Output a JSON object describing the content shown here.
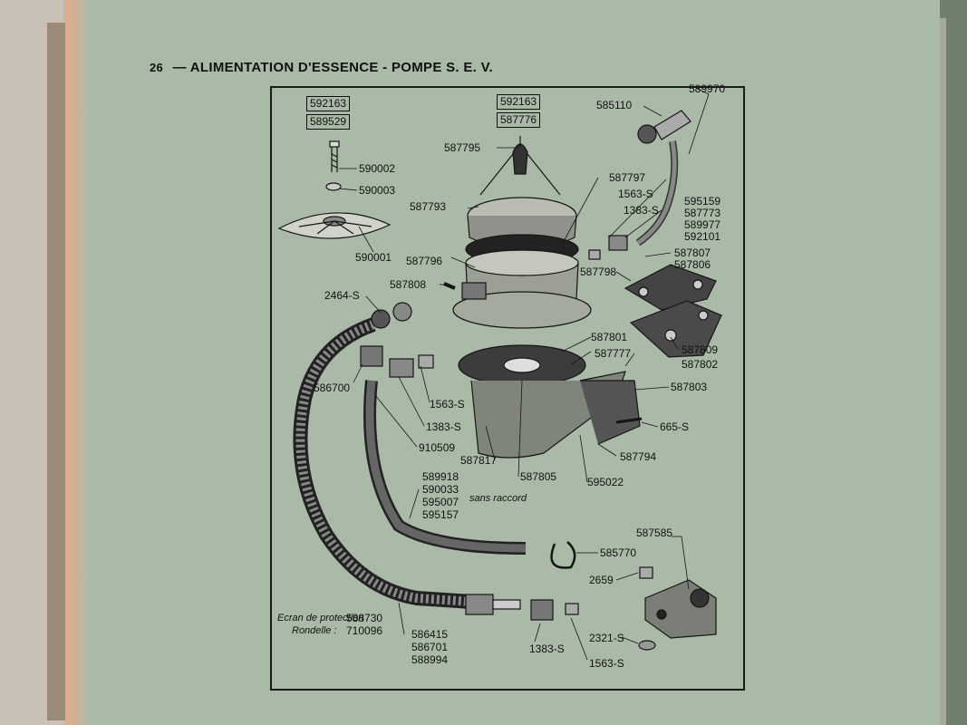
{
  "header": {
    "page_number": "26",
    "dash": "—",
    "title": "ALIMENTATION D'ESSENCE - POMPE S. E. V."
  },
  "boxes": {
    "left_top": "592163",
    "left_bottom": "589529",
    "mid_top": "592163",
    "mid_bottom": "587776"
  },
  "labels": {
    "l585110": "585110",
    "l589970": "589970",
    "l587795": "587795",
    "l590002": "590002",
    "l590003": "590003",
    "l587797": "587797",
    "l1563a": "1563-S",
    "l587793": "587793",
    "l1383a": "1383-S",
    "l595159": "595159",
    "l587773": "587773",
    "l589977": "589977",
    "l592101": "592101",
    "l590001": "590001",
    "l587796": "587796",
    "l587807": "587807",
    "l587806": "587806",
    "l587798": "587798",
    "l587808": "587808",
    "l2464": "2464-S",
    "l587801": "587801",
    "l587777": "587777",
    "l587809": "587809",
    "l587802": "587802",
    "l586700": "586700",
    "l587803": "587803",
    "l1563b": "1563-S",
    "l665": "665-S",
    "l1383b": "1383-S",
    "l910509": "910509",
    "l587794": "587794",
    "l587817": "587817",
    "l587805": "587805",
    "l595022": "595022",
    "l589918": "589918",
    "l590033": "590033",
    "l595007": "595007",
    "l595157": "595157",
    "sans_raccord": "sans raccord",
    "l587585": "587585",
    "l585770": "585770",
    "l2659": "2659",
    "ecran_label": "Ecran de protection",
    "l588730": "588730",
    "rondelle_label": "Rondelle :",
    "l710096": "710096",
    "l2321": "2321-S",
    "l586415": "586415",
    "l586701": "586701",
    "l588994": "588994",
    "l1383c": "1383-S",
    "l1563c": "1563-S"
  }
}
